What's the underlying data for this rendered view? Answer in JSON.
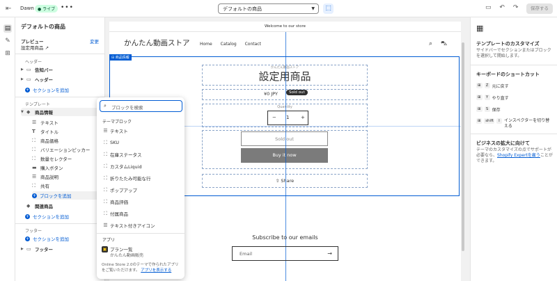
{
  "topbar": {
    "theme_name": "Dawn",
    "live_badge": "● ライブ",
    "more": "•••",
    "template_select": "デフォルトの商品",
    "save_label": "保存する"
  },
  "left": {
    "title": "デフォルトの商品",
    "preview_label": "プレビュー",
    "change_link": "変更",
    "preview_product": "設定用商品 ↗",
    "header_group": "ヘッダー",
    "header_items": [
      "告知バー",
      "ヘッダー"
    ],
    "add_section": "セクションを追加",
    "template_group": "テンプレート",
    "product_info": "商品情報",
    "blocks": [
      "テキスト",
      "タイトル",
      "商品価格",
      "バリエーションピッカー",
      "数量セレクター",
      "購入ボタン",
      "商品説明",
      "共有"
    ],
    "add_block": "ブロックを追加",
    "related": "関連商品",
    "add_section2": "セクションを追加",
    "footer_group": "フッター",
    "add_section3": "セクションを追加",
    "footer_item": "フッター"
  },
  "preview": {
    "announcement": "Welcome to our store",
    "store_name": "かんたん動画ストア",
    "nav": [
      "Home",
      "Catalog",
      "Contact"
    ],
    "section_tag": "⊟ 商品情報",
    "vendor": "かんたん動画ストア",
    "product_title": "設定用商品",
    "price": "¥0 JPY",
    "sold_out_badge": "Sold out",
    "quantity_label": "Quantity",
    "qty_minus": "−",
    "qty_value": "1",
    "qty_plus": "+",
    "sold_out_button": "Sold out",
    "buy_button": "Buy it now",
    "share": "⇧  Share",
    "subscribe_title": "Subscribe to our emails",
    "email_placeholder": "Email"
  },
  "popover": {
    "search_placeholder": "ブロックを検索",
    "theme_blocks_heading": "テーマブロック",
    "items": [
      "テキスト",
      "SKU",
      "在庫ステータス",
      "カスタムLiquid",
      "折りたたみ可能な行",
      "ポップアップ",
      "商品評価",
      "付属商品",
      "テキスト付きアイコン"
    ],
    "apps_heading": "アプリ",
    "app_name": "プラン一覧",
    "app_sub": "かんたん動画販売",
    "footer_text": "Online Store 2.0のテーマで作られたアプリをご覧いただけます。",
    "footer_link": "アプリを表示する"
  },
  "right": {
    "customize_title": "テンプレートのカスタマイズ",
    "customize_desc": "サイドバーでセクションまたはブロックを選択して開始します。",
    "shortcuts_title": "キーボードのショートカット",
    "shortcuts": [
      {
        "keys": [
          "⊞",
          "Z"
        ],
        "label": "元に戻す"
      },
      {
        "keys": [
          "⊞",
          "Y"
        ],
        "label": "やり直す"
      },
      {
        "keys": [
          "⊞",
          "S"
        ],
        "label": "保存"
      },
      {
        "keys": [
          "⊞",
          "shift",
          "I"
        ],
        "label": "インスペクターを切り替える"
      }
    ],
    "business_title": "ビジネスの拡大に向けて",
    "business_desc": "テーマのカスタマイズの点でサポートが必要なら、",
    "business_link": "Shopify Expertを雇う",
    "business_tail": "ことができます。"
  },
  "colors": {
    "accent": "#005bd3",
    "badge_bg": "#cdfee1",
    "buy_button": "#7b7b7b"
  }
}
